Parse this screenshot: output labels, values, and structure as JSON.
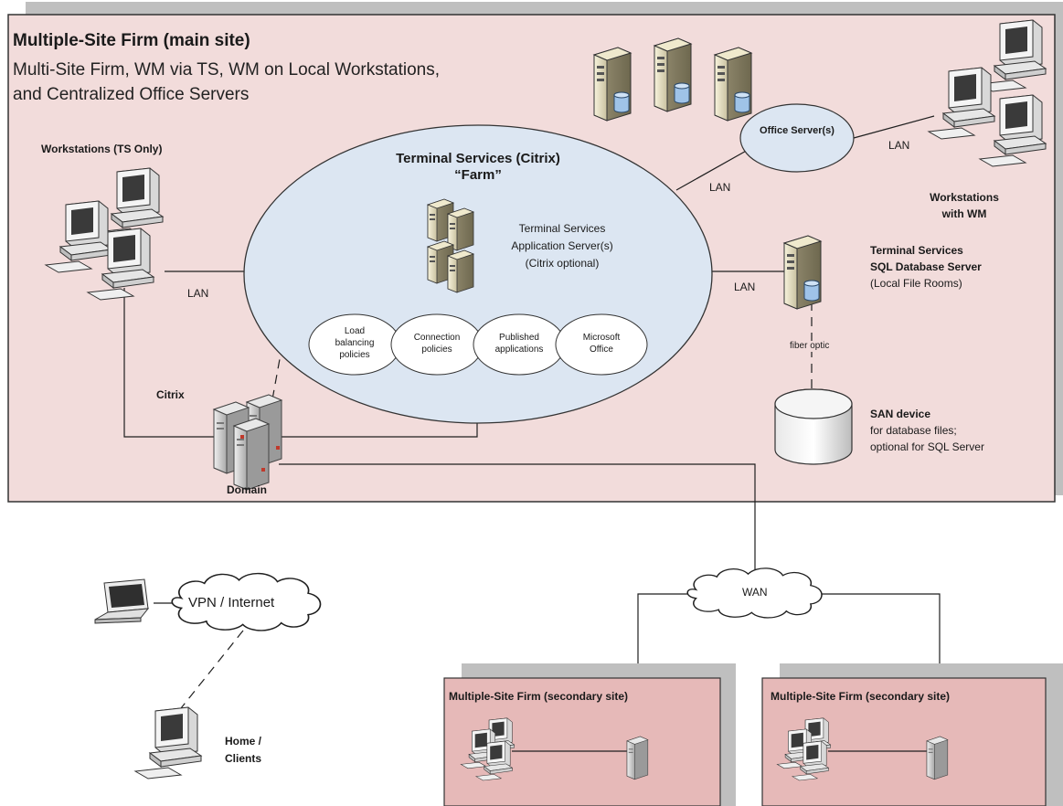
{
  "main_site": {
    "title": "Multiple-Site Firm (main site)",
    "subtitle_line1": "Multi-Site Firm, WM via TS, WM on Local Workstations,",
    "subtitle_line2": "and Centralized Office Servers"
  },
  "workstations_ts": {
    "label": "Workstations (TS Only)"
  },
  "farm": {
    "title_line1": "Terminal Services (Citrix)",
    "title_line2": "“Farm”",
    "app_server_line1": "Terminal Services",
    "app_server_line2": "Application Server(s)",
    "app_server_line3": "(Citrix optional)",
    "policies": [
      {
        "line1": "Load",
        "line2": "balancing",
        "line3": "policies"
      },
      {
        "line1": "Connection",
        "line2": "policies",
        "line3": ""
      },
      {
        "line1": "Published",
        "line2": "applications",
        "line3": ""
      },
      {
        "line1": "Microsoft",
        "line2": "Office",
        "line3": ""
      }
    ]
  },
  "office_servers": {
    "label": "Office Server(s)"
  },
  "workstations_wm": {
    "line1": "Workstations",
    "line2": "with WM"
  },
  "sql_server": {
    "line1": "Terminal Services",
    "line2": "SQL Database Server",
    "line3": "(Local File Rooms)"
  },
  "san": {
    "title": "SAN device",
    "line1": "for database files;",
    "line2": "optional for SQL Server"
  },
  "links": {
    "lan_ws": "LAN",
    "lan_farm_office": "LAN",
    "lan_office_wm": "LAN",
    "lan_sql": "LAN",
    "fiber": "fiber optic",
    "citrix": "Citrix"
  },
  "domain": {
    "label": "Domain"
  },
  "vpn": {
    "label": "VPN / Internet"
  },
  "wan": {
    "label": "WAN"
  },
  "home": {
    "line1": "Home /",
    "line2": "Clients"
  },
  "secondary_sites": [
    {
      "title": "Multiple-Site Firm (secondary site)"
    },
    {
      "title": "Multiple-Site Firm (secondary site)"
    }
  ],
  "colors": {
    "site_fill": "#f2dcdb",
    "secondary_fill": "#e6b9b8",
    "shadow": "#bfbfbf",
    "farm_fill": "#dce6f2",
    "line": "#1f1f1f"
  }
}
